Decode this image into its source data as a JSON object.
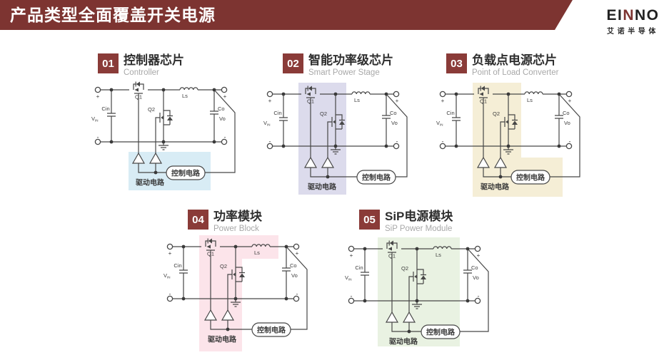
{
  "theme": {
    "bar_color": "#7d3431",
    "badge_color": "#8a3b38",
    "wire_color": "#474747",
    "text_dark": "#2e2e2e",
    "text_gray": "#a8a8a8"
  },
  "header": {
    "title": "产品类型全面覆盖开关电源"
  },
  "logo": {
    "prefix": "EI",
    "accent": "N",
    "suffix": "NO",
    "subtitle": "艾诺半导体"
  },
  "sections": [
    {
      "num": "01",
      "title": "控制器芯片",
      "subtitle": "Controller",
      "highlight_color": "#d8ecf5"
    },
    {
      "num": "02",
      "title": "智能功率级芯片",
      "subtitle": "Smart Power Stage",
      "highlight_color": "#dcdbec"
    },
    {
      "num": "03",
      "title": "负载点电源芯片",
      "subtitle": "Point of Load Converter",
      "highlight_color": "#f5eed6"
    },
    {
      "num": "04",
      "title": "功率模块",
      "subtitle": "Power Block",
      "highlight_color": "#fce4ea"
    },
    {
      "num": "05",
      "title": "SiP电源模块",
      "subtitle": "SiP Power Module",
      "highlight_color": "#e9f2e2"
    }
  ],
  "circuit_labels": {
    "q1": "Q1",
    "q2": "Q2",
    "ls": "Ls",
    "cin": "Cin",
    "co": "Co",
    "vo": "Vo",
    "vin_main": "V",
    "vin_sub": "IN",
    "plus": "+",
    "minus": "-",
    "driver_label": "驱动电路",
    "control_label": "控制电路"
  }
}
